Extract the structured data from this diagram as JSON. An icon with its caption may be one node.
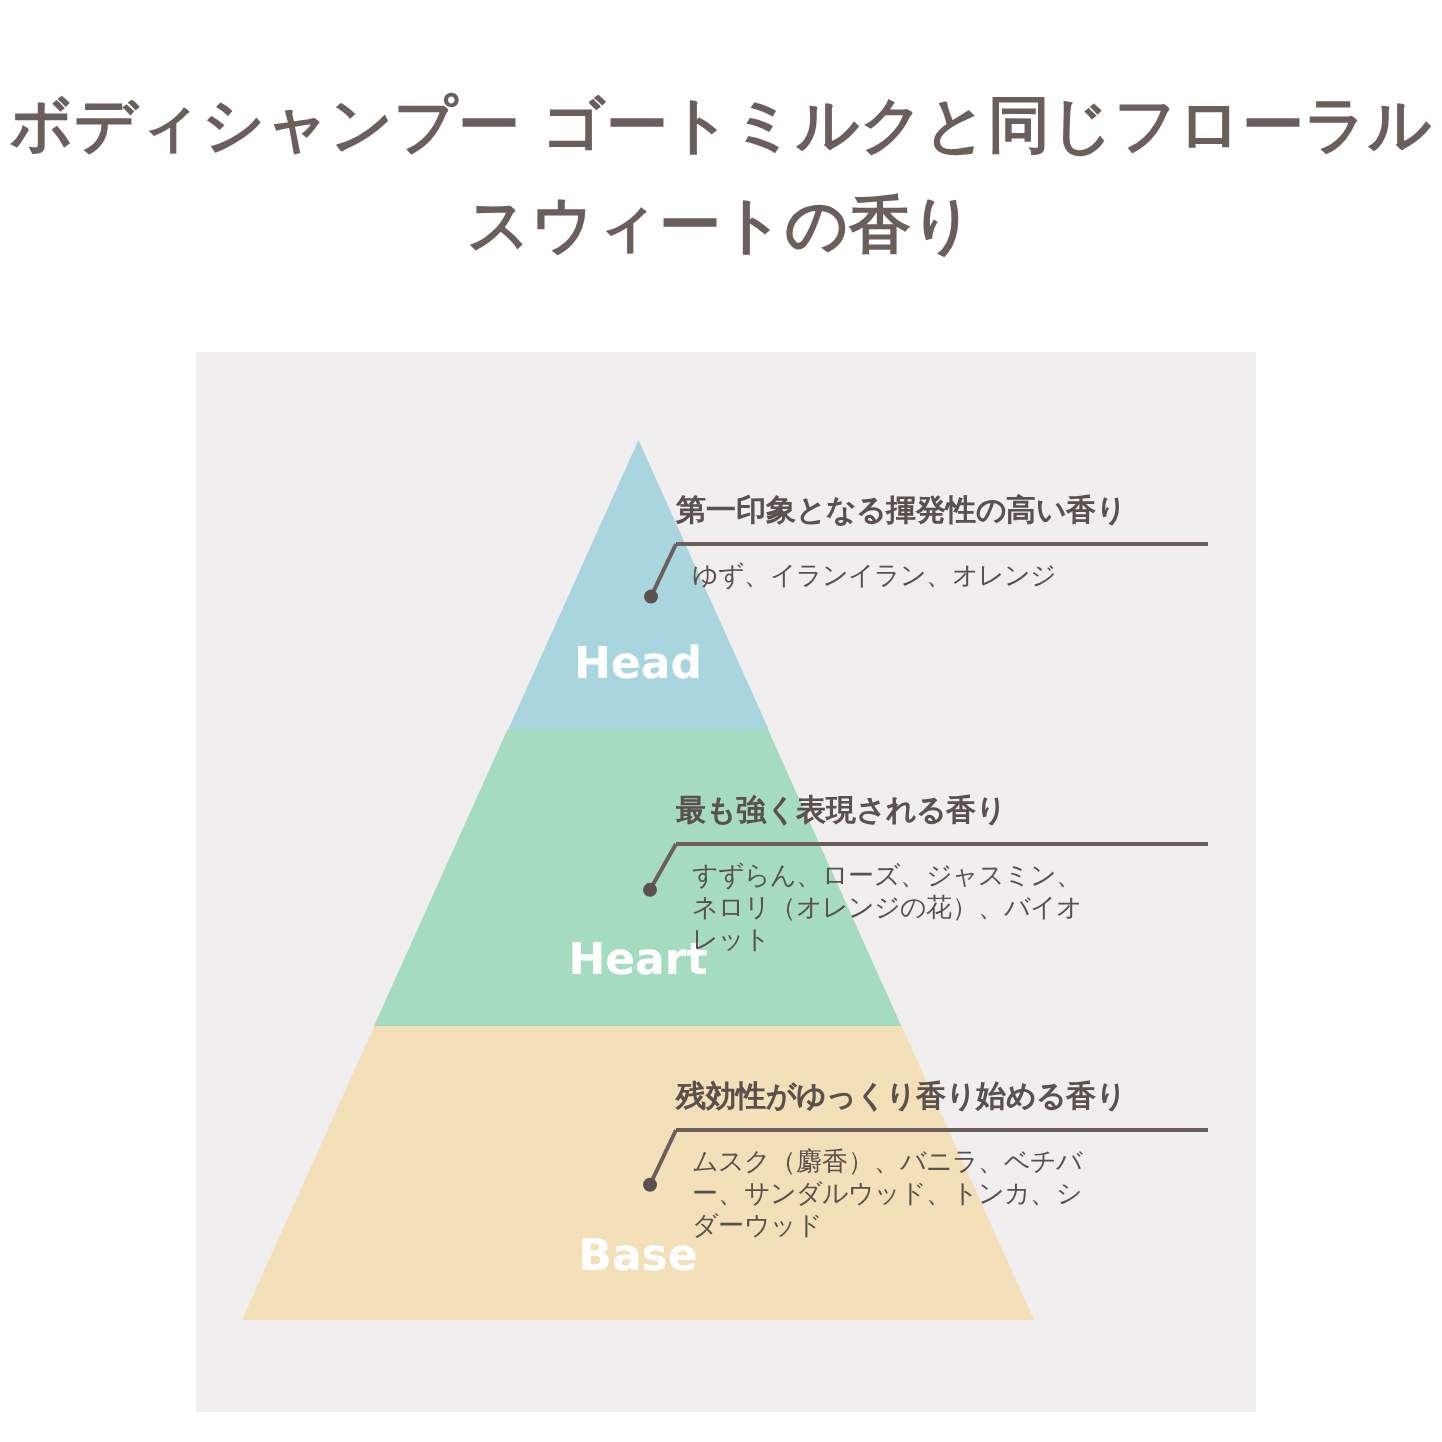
{
  "diagram": {
    "title": "ボディシャンプー ゴートミルクと同じフローラルスウィートの香り",
    "nodes": [
      {
        "text": [
          "Head"
        ]
      },
      {
        "text": [
          "第一印象となる揮発性の高い香り",
          "ゆず、イランイラン、オレンジ"
        ]
      },
      {
        "text": [
          "Heart"
        ]
      },
      {
        "text": [
          "最も強く表現される香り",
          "すずらん、ローズ、ジャスミン、ネロリ（オレンジの花）、バイオレット"
        ]
      },
      {
        "text": [
          "Base"
        ]
      },
      {
        "text": [
          "残効性がゆっくり香り始める香り",
          "ムスク（麝香）、バニラ、ベチバー、サンダルウッド、トンカ、シダーウッド"
        ]
      }
    ],
    "edges": [
      {
        "from": 1,
        "to": 0,
        "arrow": "other"
      },
      {
        "from": 3,
        "to": 2,
        "arrow": "other"
      },
      {
        "from": 5,
        "to": 4,
        "arrow": "other"
      }
    ]
  }
}
